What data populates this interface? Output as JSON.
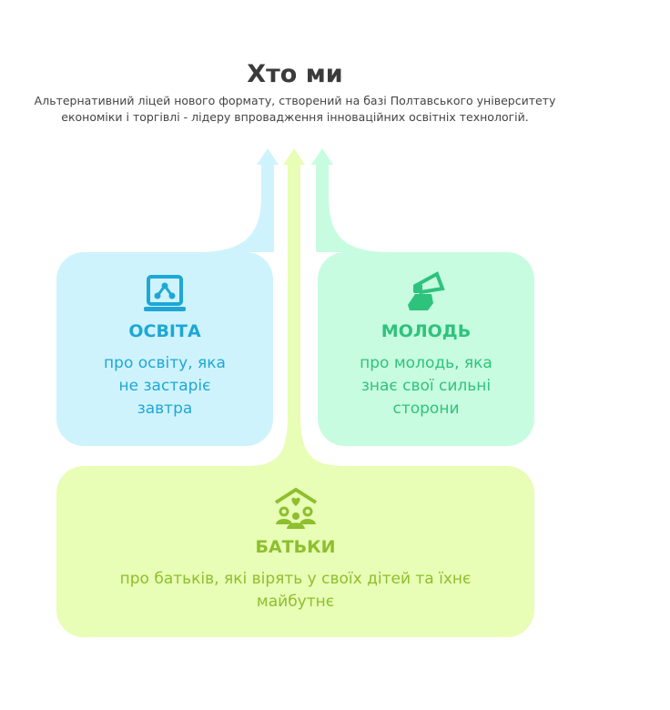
{
  "header": {
    "title": "Хто ми",
    "subtitle": "Альтернативний ліцей нового формату, створений на базі Полтавського університету економіки і торгівлі - лідеру впровадження інноваційних освітніх технологій."
  },
  "cards": [
    {
      "title": "ОСВІТА",
      "description": "про освіту, яка не застаріє завтра",
      "icon": "laptop-network-icon",
      "color": "#1ea7d6",
      "bg": "#cff3fd"
    },
    {
      "title": "МОЛОДЬ",
      "description": "про молодь, яка знає свої сильні сторони",
      "icon": "hand-megaphone-icon",
      "color": "#2ec37c",
      "bg": "#c8fce0"
    },
    {
      "title": "БАТЬКИ",
      "description": "про батьків, які вірять у своїх дітей та їхнє майбутнє",
      "icon": "family-house-icon",
      "color": "#8dbf2e",
      "bg": "#e8fdb5"
    }
  ]
}
